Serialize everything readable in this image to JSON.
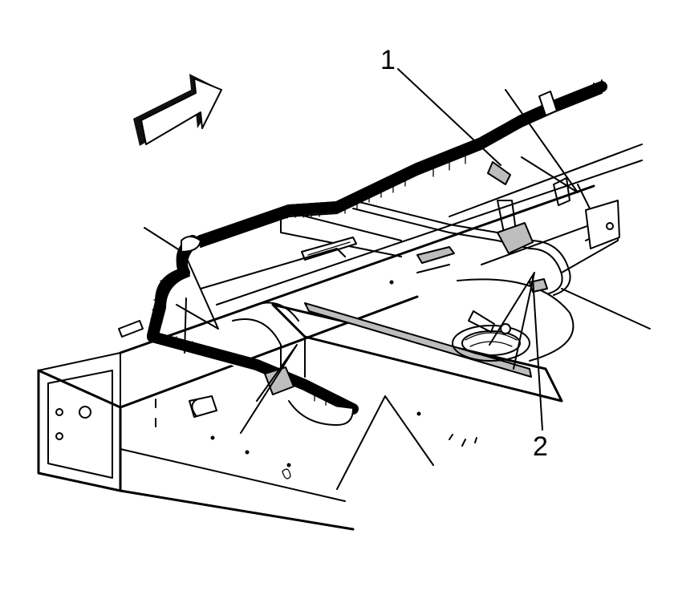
{
  "callouts": [
    {
      "id": "callout-1",
      "label": "1"
    },
    {
      "id": "callout-2",
      "label": "2"
    }
  ],
  "icons": {
    "direction_arrow": "front-direction-arrow-icon"
  }
}
